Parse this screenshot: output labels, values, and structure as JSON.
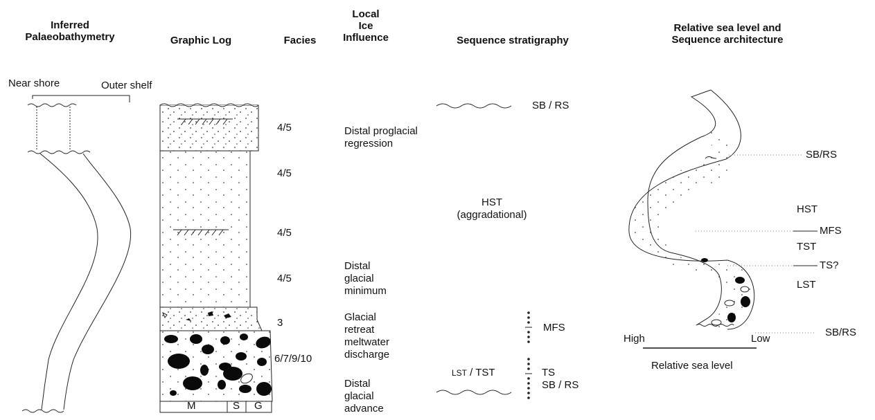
{
  "headers": {
    "palaeobathymetry": "Inferred\nPalaeobathymetry",
    "graphic_log": "Graphic Log",
    "facies": "Facies",
    "ice_influence": "Local\nIce\nInfluence",
    "sequence_stratigraphy": "Sequence stratigraphy",
    "sea_level": "Relative sea level and\nSequence architecture"
  },
  "bathymetry": {
    "near_shore": "Near shore",
    "outer_shelf": "Outer shelf"
  },
  "facies_codes": [
    "4/5",
    "4/5",
    "4/5",
    "4/5",
    "3",
    "6/7/9/10"
  ],
  "ice_influence": [
    "Distal proglacial\nregression",
    "Distal\nglacial\nminimum",
    "Glacial\nretreat\nmeltwater\ndischarge",
    "Distal\nglacial\nadvance"
  ],
  "grain_size": [
    "M",
    "S",
    "G"
  ],
  "sequence": {
    "sb_rs_top": "SB / RS",
    "hst": "HST",
    "hst_note": "(aggradational)",
    "mfs": "MFS",
    "lst": "LST",
    "tst": " / TST",
    "ts": "TS",
    "sb_rs_bottom": "SB / RS"
  },
  "architecture": {
    "sb_rs_upper": "SB/RS",
    "hst": "HST",
    "mfs": "MFS",
    "tst": "TST",
    "ts": "TS?",
    "lst": "LST",
    "sb_rs_lower": "SB/RS",
    "high": "High",
    "low": "Low",
    "axis_label": "Relative sea level"
  }
}
